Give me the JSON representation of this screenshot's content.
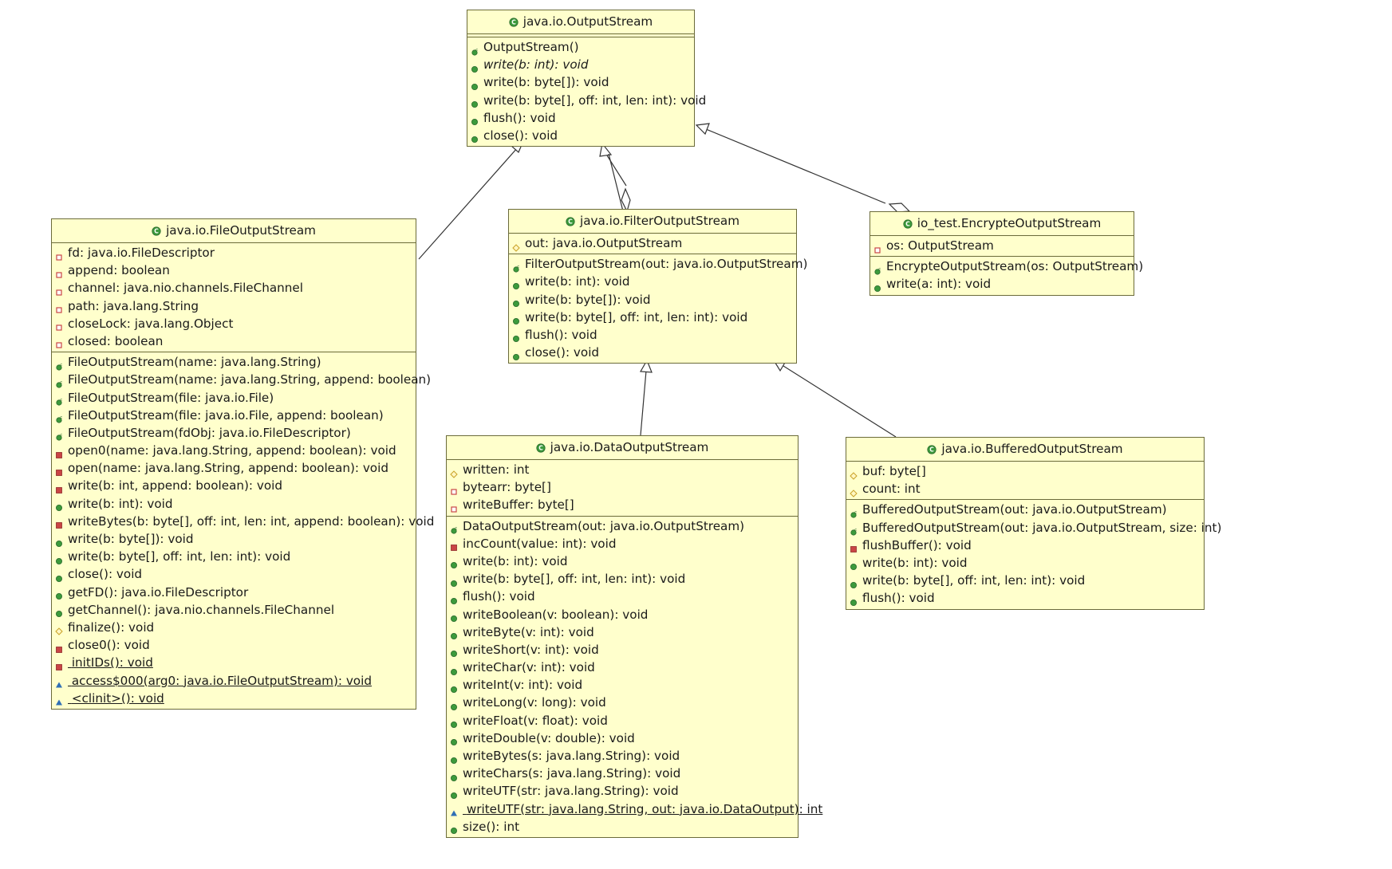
{
  "colors": {
    "box_fill": "#ffffcc",
    "box_border": "#6b6b3a",
    "public_icon": "#3c9a3c",
    "private_icon": "#c94545",
    "protected_icon": "#c9a227",
    "package_icon": "#2f6fb5",
    "line": "#333333"
  },
  "classes": {
    "output_stream": {
      "name": "java.io.OutputStream",
      "fields": [],
      "methods": [
        {
          "text": "OutputStream()",
          "vis": "ctor"
        },
        {
          "text": "write(b: int): void",
          "vis": "public",
          "abstract": true
        },
        {
          "text": "write(b: byte[]): void",
          "vis": "public"
        },
        {
          "text": "write(b: byte[], off: int, len: int): void",
          "vis": "public"
        },
        {
          "text": "flush(): void",
          "vis": "public"
        },
        {
          "text": "close(): void",
          "vis": "public"
        }
      ]
    },
    "file_output_stream": {
      "name": "java.io.FileOutputStream",
      "fields": [
        {
          "text": "fd: java.io.FileDescriptor",
          "vis": "private-field"
        },
        {
          "text": "append: boolean",
          "vis": "private-field"
        },
        {
          "text": "channel: java.nio.channels.FileChannel",
          "vis": "private-field"
        },
        {
          "text": "path: java.lang.String",
          "vis": "private-field"
        },
        {
          "text": "closeLock: java.lang.Object",
          "vis": "private-field"
        },
        {
          "text": "closed: boolean",
          "vis": "private-field"
        }
      ],
      "methods": [
        {
          "text": "FileOutputStream(name: java.lang.String)",
          "vis": "ctor"
        },
        {
          "text": "FileOutputStream(name: java.lang.String, append: boolean)",
          "vis": "ctor"
        },
        {
          "text": "FileOutputStream(file: java.io.File)",
          "vis": "ctor"
        },
        {
          "text": "FileOutputStream(file: java.io.File, append: boolean)",
          "vis": "ctor"
        },
        {
          "text": "FileOutputStream(fdObj: java.io.FileDescriptor)",
          "vis": "ctor"
        },
        {
          "text": "open0(name: java.lang.String, append: boolean): void",
          "vis": "private"
        },
        {
          "text": "open(name: java.lang.String, append: boolean): void",
          "vis": "private"
        },
        {
          "text": "write(b: int, append: boolean): void",
          "vis": "private"
        },
        {
          "text": "write(b: int): void",
          "vis": "public"
        },
        {
          "text": "writeBytes(b: byte[], off: int, len: int, append: boolean): void",
          "vis": "private"
        },
        {
          "text": "write(b: byte[]): void",
          "vis": "public"
        },
        {
          "text": "write(b: byte[], off: int, len: int): void",
          "vis": "public"
        },
        {
          "text": "close(): void",
          "vis": "public"
        },
        {
          "text": "getFD(): java.io.FileDescriptor",
          "vis": "public"
        },
        {
          "text": "getChannel(): java.nio.channels.FileChannel",
          "vis": "public"
        },
        {
          "text": "finalize(): void",
          "vis": "protected"
        },
        {
          "text": "close0(): void",
          "vis": "private"
        },
        {
          "text": "initIDs(): void",
          "vis": "private",
          "static": true
        },
        {
          "text": "access$000(arg0: java.io.FileOutputStream): void",
          "vis": "package",
          "static": true
        },
        {
          "text": "<clinit>(): void",
          "vis": "package",
          "static": true
        }
      ]
    },
    "filter_output_stream": {
      "name": "java.io.FilterOutputStream",
      "fields": [
        {
          "text": "out: java.io.OutputStream",
          "vis": "protected"
        }
      ],
      "methods": [
        {
          "text": "FilterOutputStream(out: java.io.OutputStream)",
          "vis": "ctor"
        },
        {
          "text": "write(b: int): void",
          "vis": "public"
        },
        {
          "text": "write(b: byte[]): void",
          "vis": "public"
        },
        {
          "text": "write(b: byte[], off: int, len: int): void",
          "vis": "public"
        },
        {
          "text": "flush(): void",
          "vis": "public"
        },
        {
          "text": "close(): void",
          "vis": "public"
        }
      ]
    },
    "encrypte_output_stream": {
      "name": "io_test.EncrypteOutputStream",
      "fields": [
        {
          "text": "os: OutputStream",
          "vis": "private-field"
        }
      ],
      "methods": [
        {
          "text": "EncrypteOutputStream(os: OutputStream)",
          "vis": "ctor"
        },
        {
          "text": "write(a: int): void",
          "vis": "public"
        }
      ]
    },
    "data_output_stream": {
      "name": "java.io.DataOutputStream",
      "fields": [
        {
          "text": "written: int",
          "vis": "protected"
        },
        {
          "text": "bytearr: byte[]",
          "vis": "private-field"
        },
        {
          "text": "writeBuffer: byte[]",
          "vis": "private-field"
        }
      ],
      "methods": [
        {
          "text": "DataOutputStream(out: java.io.OutputStream)",
          "vis": "ctor"
        },
        {
          "text": "incCount(value: int): void",
          "vis": "private"
        },
        {
          "text": "write(b: int): void",
          "vis": "public"
        },
        {
          "text": "write(b: byte[], off: int, len: int): void",
          "vis": "public"
        },
        {
          "text": "flush(): void",
          "vis": "public"
        },
        {
          "text": "writeBoolean(v: boolean): void",
          "vis": "public"
        },
        {
          "text": "writeByte(v: int): void",
          "vis": "public"
        },
        {
          "text": "writeShort(v: int): void",
          "vis": "public"
        },
        {
          "text": "writeChar(v: int): void",
          "vis": "public"
        },
        {
          "text": "writeInt(v: int): void",
          "vis": "public"
        },
        {
          "text": "writeLong(v: long): void",
          "vis": "public"
        },
        {
          "text": "writeFloat(v: float): void",
          "vis": "public"
        },
        {
          "text": "writeDouble(v: double): void",
          "vis": "public"
        },
        {
          "text": "writeBytes(s: java.lang.String): void",
          "vis": "public"
        },
        {
          "text": "writeChars(s: java.lang.String): void",
          "vis": "public"
        },
        {
          "text": "writeUTF(str: java.lang.String): void",
          "vis": "public"
        },
        {
          "text": "writeUTF(str: java.lang.String, out: java.io.DataOutput): int",
          "vis": "package",
          "static": true
        },
        {
          "text": "size(): int",
          "vis": "public"
        }
      ]
    },
    "buffered_output_stream": {
      "name": "java.io.BufferedOutputStream",
      "fields": [
        {
          "text": "buf: byte[]",
          "vis": "protected"
        },
        {
          "text": "count: int",
          "vis": "protected"
        }
      ],
      "methods": [
        {
          "text": "BufferedOutputStream(out: java.io.OutputStream)",
          "vis": "ctor"
        },
        {
          "text": "BufferedOutputStream(out: java.io.OutputStream, size: int)",
          "vis": "ctor"
        },
        {
          "text": "flushBuffer(): void",
          "vis": "private"
        },
        {
          "text": "write(b: int): void",
          "vis": "public"
        },
        {
          "text": "write(b: byte[], off: int, len: int): void",
          "vis": "public"
        },
        {
          "text": "flush(): void",
          "vis": "public"
        }
      ]
    }
  },
  "relations": [
    {
      "from": "file_output_stream",
      "to": "output_stream",
      "kind": "generalization"
    },
    {
      "from": "filter_output_stream",
      "to": "output_stream",
      "kind": "generalization"
    },
    {
      "from": "filter_output_stream",
      "to": "output_stream",
      "kind": "aggregation"
    },
    {
      "from": "encrypte_output_stream",
      "to": "output_stream",
      "kind": "generalization"
    },
    {
      "from": "encrypte_output_stream",
      "to": "output_stream",
      "kind": "aggregation"
    },
    {
      "from": "data_output_stream",
      "to": "filter_output_stream",
      "kind": "generalization"
    },
    {
      "from": "buffered_output_stream",
      "to": "filter_output_stream",
      "kind": "generalization"
    }
  ]
}
